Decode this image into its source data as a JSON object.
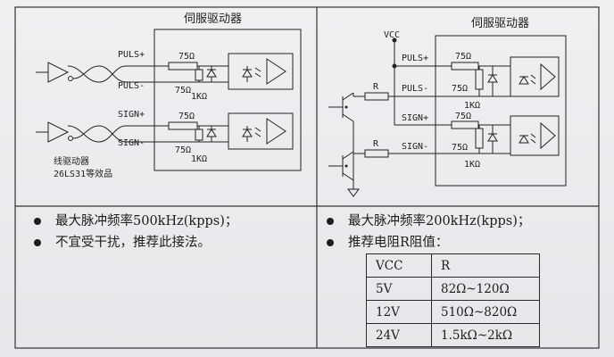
{
  "left_diagram": {
    "title": "伺服驱动器",
    "pins": [
      "PULS+",
      "PULS-",
      "SIGN+",
      "SIGN-"
    ],
    "resistor_75": "75Ω",
    "resistor_1k": "1KΩ",
    "driver_label_line1": "线驱动器",
    "driver_label_line2": "26LS31等效品"
  },
  "right_diagram": {
    "title": "伺服驱动器",
    "vcc": "VCC",
    "pins": [
      "PULS+",
      "PULS-",
      "SIGN+",
      "SIGN-"
    ],
    "resistor_r": "R",
    "resistor_75": "75Ω",
    "resistor_1k": "1KΩ"
  },
  "left_notes": [
    "最大脉冲频率500kHz(kpps)；",
    "不宜受干扰，推荐此接法。"
  ],
  "right_notes": [
    "最大脉冲频率200kHz(kpps)；",
    "推荐电阻R阻值："
  ],
  "resistor_table": {
    "headers": [
      "VCC",
      "R"
    ],
    "rows": [
      [
        "5V",
        "82Ω~120Ω"
      ],
      [
        "12V",
        "510Ω~820Ω"
      ],
      [
        "24V",
        "1.5kΩ~2kΩ"
      ]
    ]
  }
}
